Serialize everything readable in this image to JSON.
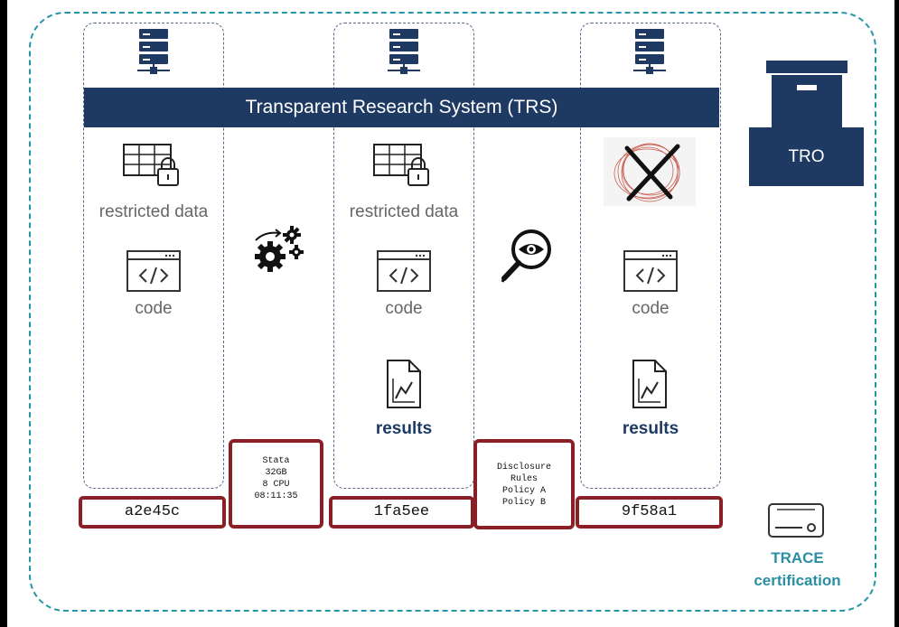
{
  "banner": {
    "title": "Transparent Research System (TRS)"
  },
  "columns": [
    {
      "data_label": "restricted data",
      "code_label": "code",
      "hash": "a2e45c"
    },
    {
      "data_label": "restricted data",
      "code_label": "code",
      "results_label": "results",
      "hash": "1fa5ee"
    },
    {
      "code_label": "code",
      "results_label": "results",
      "hash": "9f58a1"
    }
  ],
  "compute_info": [
    "Stata",
    "32GB",
    "8 CPU",
    "08:11:35"
  ],
  "disclosure_info": [
    "Disclosure",
    "Rules",
    "Policy A",
    "Policy B"
  ],
  "tro": {
    "label": "TRO"
  },
  "trace": {
    "line1": "TRACE",
    "line2": "certification"
  },
  "colors": {
    "navy": "#1e3a63",
    "teal": "#2596a7",
    "maroon": "#8b1f26"
  },
  "icons": [
    "server-icon",
    "locked-table-icon",
    "code-window-icon",
    "gears-icon",
    "magnifier-eye-icon",
    "results-document-icon",
    "crossed-out-data-icon",
    "archive-box-icon",
    "certificate-icon"
  ]
}
